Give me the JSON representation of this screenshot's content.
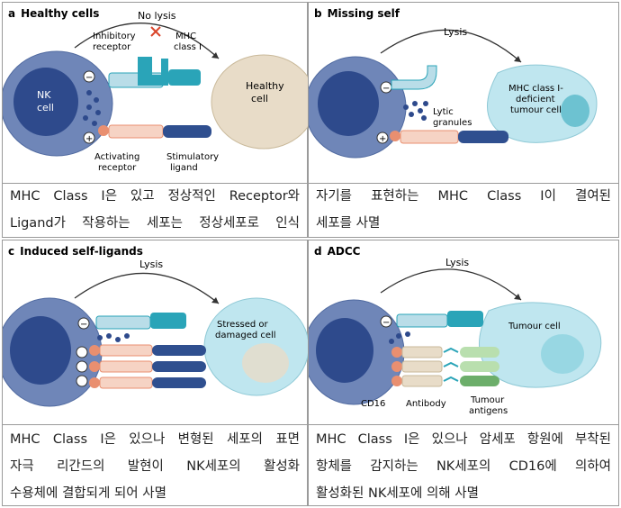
{
  "panels": [
    {
      "letter": "a",
      "title": "Healthy cells",
      "labels": {
        "no_lysis": "No lysis",
        "inhibitory_receptor_1": "Inhibitory",
        "inhibitory_receptor_2": "receptor",
        "mhc_1": "MHC",
        "mhc_2": "class I",
        "nk_1": "NK",
        "nk_2": "cell",
        "healthy_1": "Healthy",
        "healthy_2": "cell",
        "activating_1": "Activating",
        "activating_2": "receptor",
        "stimulatory_1": "Stimulatory",
        "stimulatory_2": "ligand"
      },
      "caption": [
        "MHC Class I은 있고 정상적인 Receptor와",
        "Ligand가 작용하는 세포는 정상세포로 인식"
      ]
    },
    {
      "letter": "b",
      "title": "Missing self",
      "labels": {
        "lysis": "Lysis",
        "lytic_1": "Lytic",
        "lytic_2": "granules",
        "tumour_1": "MHC class I-",
        "tumour_2": "deficient",
        "tumour_3": "tumour cell"
      },
      "caption": [
        "자기를 표현하는 MHC Class I이 결여된",
        "세포를 사멸"
      ]
    },
    {
      "letter": "c",
      "title": "Induced self-ligands",
      "labels": {
        "lysis": "Lysis",
        "stressed_1": "Stressed or",
        "stressed_2": "damaged cell"
      },
      "caption": [
        "MHC Class I은 있으나 변형된 세포의 표면",
        "자극 리간드의 발현이 NK세포의 활성화",
        "수용체에 결합되게 되어 사멸"
      ]
    },
    {
      "letter": "d",
      "title": "ADCC",
      "labels": {
        "lysis": "Lysis",
        "tumour": "Tumour cell",
        "cd16": "CD16",
        "antibody": "Antibody",
        "antigens_1": "Tumour",
        "antigens_2": "antigens"
      },
      "caption": [
        "MHC Class I은 있으나 암세포 항원에 부착된",
        "항체를 감지하는 NK세포의 CD16에 의하여",
        "활성화된 NK세포에 의해 사멸"
      ]
    }
  ],
  "colors": {
    "nk_cell": "#6f86b8",
    "nucleus": "#2e4a8c",
    "healthy_cell": "#e8dcc8",
    "tumour_cell": "#bfe6ef",
    "teal": "#2aa4b8",
    "navy": "#2f4f8f",
    "salmon": "#e98f70",
    "red_x": "#d9452b"
  }
}
